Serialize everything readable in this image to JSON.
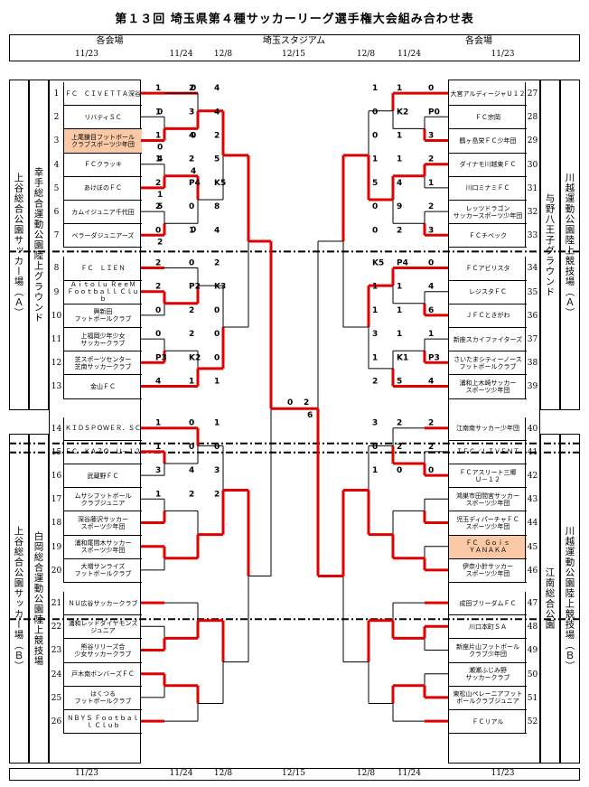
{
  "title": "第１３回 埼玉県第４種サッカーリーグ選手権大会組み合わせ表",
  "header": {
    "left_venue": "各会場",
    "center_venue": "埼玉スタジアム",
    "right_venue": "各会場"
  },
  "dates_top": [
    "11/23",
    "11/24",
    "12/8",
    "12/15",
    "12/8",
    "11/24",
    "11/23"
  ],
  "dates_bottom": [
    "11/23",
    "11/24",
    "12/8",
    "12/15",
    "12/8",
    "11/24",
    "11/23"
  ],
  "venues": {
    "left_a_outer": "上谷総合公園サッカー場（Ａ）",
    "left_a_inner": "幸手総合運動公園陸上グラウンド",
    "left_b_outer": "上谷総合公園サッカー場（Ｂ）",
    "left_b_inner": "白岡総合運動公園陸上競技場",
    "right_a_inner": "与野八王子グラウンド",
    "right_a_outer": "川越運動公園陸上競技場（Ａ）",
    "right_b_inner": "江南総合公園",
    "right_b_outer": "川越運動公園陸上競技場（Ｂ）"
  },
  "left_teams": [
    {
      "num": "1",
      "name": "ＦＣ　ＣＩＶＥＴＴＡ深谷"
    },
    {
      "num": "2",
      "name": "リバティＳＣ"
    },
    {
      "num": "3",
      "name": "上尾鎌目フットボール\nクラブスポーツ少年団"
    },
    {
      "num": "4",
      "name": "ＦＣクラッキ"
    },
    {
      "num": "5",
      "name": "あけぼのＦＣ"
    },
    {
      "num": "6",
      "name": "カムイジュニア千代田"
    },
    {
      "num": "7",
      "name": "ベラーダジュニアーズ"
    },
    {
      "num": "8",
      "name": "ＦＣ　ＬＩＥＮ"
    },
    {
      "num": "9",
      "name": "Ａｉｔｏｌｕ ＲｅｅＭ\nＦｏｏｔｂａｌｌ Ｃｌｕｂ"
    },
    {
      "num": "10",
      "name": "興新田\nフットボールクラブ"
    },
    {
      "num": "11",
      "name": "上福岡少年少女\nサッカークラブ"
    },
    {
      "num": "12",
      "name": "芝スポーツセンター\n芝南サッカークラブ"
    },
    {
      "num": "13",
      "name": "金山ＦＣ"
    },
    {
      "num": "14",
      "name": "ＫＩＤＳＰＯＷＥＲ．ＳＣ"
    },
    {
      "num": "15",
      "name": "ＦＣ　ＫＡＺＯ　Ｕ－１２"
    },
    {
      "num": "16",
      "name": "武蔵野ＦＣ"
    },
    {
      "num": "17",
      "name": "ムサシフットボール\nクラブジュニア"
    },
    {
      "num": "18",
      "name": "深谷藤沢サッカー\nスポーツ少年団"
    },
    {
      "num": "19",
      "name": "浦和尾間木サッカー\nスポーツ少年団"
    },
    {
      "num": "20",
      "name": "大増サンライズ\nフットボールクラブ"
    },
    {
      "num": "21",
      "name": "ＮＵ広谷サッカークラブ"
    },
    {
      "num": "22",
      "name": "浦和レッドダイヤモンズ\nジュニア"
    },
    {
      "num": "23",
      "name": "熊谷リリーズ合\n少女サッカークラブ"
    },
    {
      "num": "24",
      "name": "戸木南ボンバーズＦＣ"
    },
    {
      "num": "25",
      "name": "はくつる\nフットボールクラブ"
    },
    {
      "num": "26",
      "name": "ＮＢＹＳ Ｆｏｏｔｂａｌｌ Ｃｌｕｂ"
    }
  ],
  "right_teams": [
    {
      "num": "27",
      "name": "大宮アルディージャＵ１２"
    },
    {
      "num": "28",
      "name": "ＦＣ宗岡"
    },
    {
      "num": "29",
      "name": "鶴ヶ島栄ＦＣ少年団"
    },
    {
      "num": "30",
      "name": "ダイナモ川越東ＦＣ"
    },
    {
      "num": "31",
      "name": "川口ミナミＦＣ"
    },
    {
      "num": "32",
      "name": "レッツドラゴン\nサッカースポーツ少年団"
    },
    {
      "num": "33",
      "name": "ＦＣチベック"
    },
    {
      "num": "34",
      "name": "ＦＣアビリスタ"
    },
    {
      "num": "35",
      "name": "レジスタＦＣ"
    },
    {
      "num": "36",
      "name": "ＪＦＣときがわ"
    },
    {
      "num": "37",
      "name": "新座スカイファイターズ"
    },
    {
      "num": "38",
      "name": "さいたまシティーノース\nフットボールクラブ"
    },
    {
      "num": "39",
      "name": "浦和上木崎サッカー\nスポーツ少年団"
    },
    {
      "num": "40",
      "name": "江南南サッカー少年団"
    },
    {
      "num": "41",
      "name": "ＩＦＣ／ＬＩＶＥＮＴ"
    },
    {
      "num": "42",
      "name": "ＦＣアスリート三郷\nＵ－１２"
    },
    {
      "num": "43",
      "name": "鴻巣市田間宮サッカー\nスポーツ少年団"
    },
    {
      "num": "44",
      "name": "児玉ディパーチャＦＣ\nスポーツ少年団"
    },
    {
      "num": "45",
      "name": "ＦＣ　Ｇｏｉｓ\nＹＡＮＡＫＡ"
    },
    {
      "num": "46",
      "name": "伊奈小針サッカー\nスポーツ少年団"
    },
    {
      "num": "47",
      "name": "成田ブリーダムＦＣ"
    },
    {
      "num": "48",
      "name": "川口本町ＳＡ"
    },
    {
      "num": "49",
      "name": "新座片山フットボール\nクラブ少年団"
    },
    {
      "num": "50",
      "name": "瀬瀬ふじみ野\nサッカークラブ"
    },
    {
      "num": "51",
      "name": "東松山ペレーニアフット\nボールクラブジュニア"
    },
    {
      "num": "52",
      "name": "ＦＣリアル"
    }
  ],
  "highlighted": [
    "3",
    "45"
  ],
  "scores": [
    "0",
    "0",
    "4",
    "1",
    "5",
    "2",
    "0",
    "0",
    "4",
    "0",
    "0",
    "2",
    "6",
    "1",
    "2",
    "4",
    "0",
    "1",
    "1",
    "1",
    "3",
    "4",
    "P0",
    "K2",
    "0",
    "1",
    "4",
    "2",
    "3",
    "1",
    "0",
    "1",
    "2",
    "5",
    "2",
    "1",
    "1",
    "2",
    "P4",
    "K5",
    "1",
    "4",
    "5",
    "2",
    "0",
    "8",
    "2",
    "9",
    "0",
    "0",
    "1",
    "4",
    "3",
    "2",
    "0",
    "2",
    "0",
    "2",
    "0",
    "P4",
    "K5",
    "2",
    "P2",
    "K3",
    "4",
    "1",
    "1",
    "0",
    "2",
    "0",
    "6",
    "1",
    "1",
    "0",
    "2",
    "0",
    "1",
    "1",
    "3",
    "P3",
    "K2",
    "0",
    "P3",
    "K1",
    "1",
    "4",
    "1",
    "1",
    "4",
    "5",
    "2",
    "1",
    "0",
    "1",
    "2",
    "2",
    "3",
    "1",
    "0",
    "0",
    "2",
    "2",
    "0",
    "3",
    "4",
    "3",
    "0",
    "0",
    "1",
    "1",
    "2",
    "2"
  ]
}
